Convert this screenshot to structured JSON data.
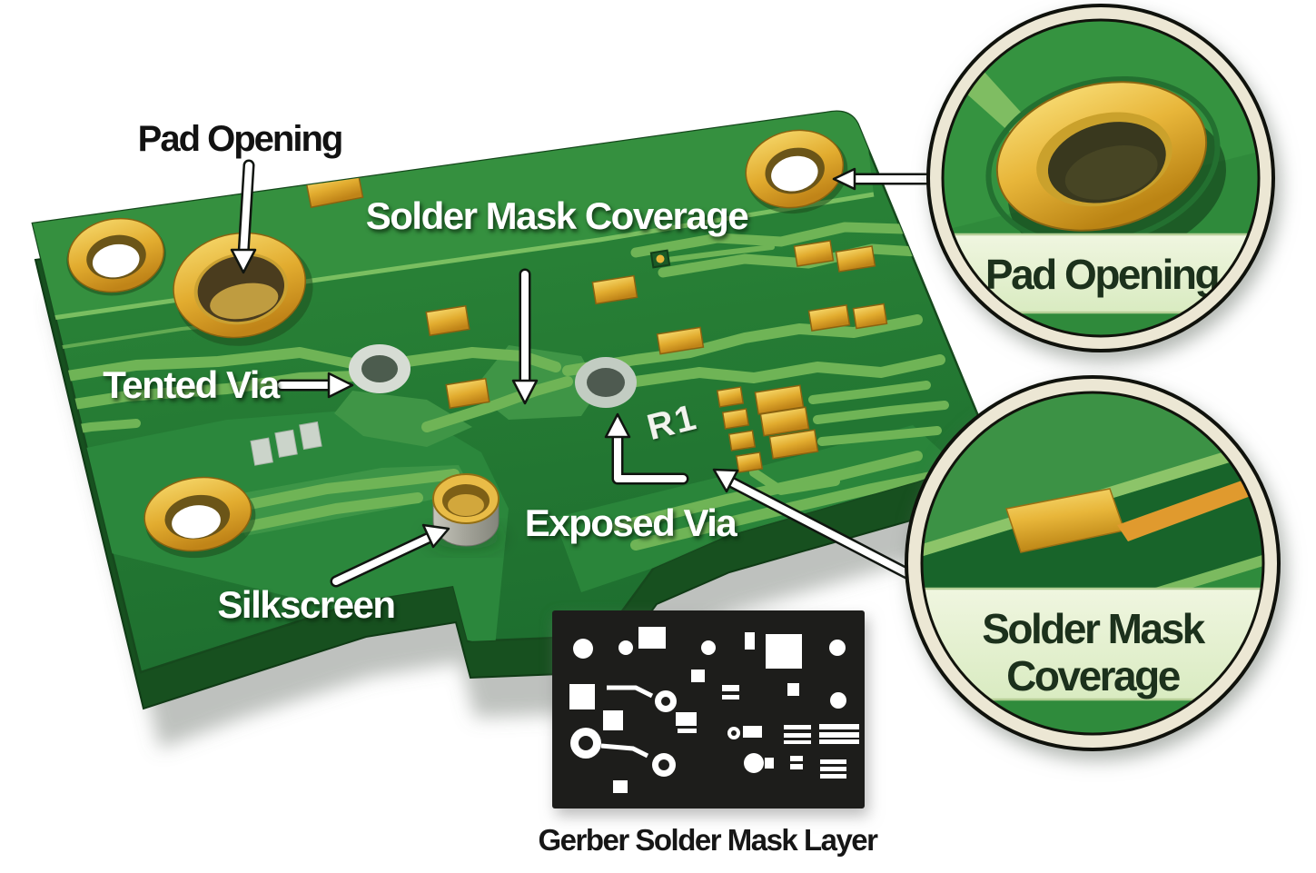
{
  "labels": {
    "pad_opening": "Pad Opening",
    "solder_mask_coverage": "Solder Mask Coverage",
    "tented_via": "Tented Via",
    "exposed_via": "Exposed Via",
    "silkscreen": "Silkscreen"
  },
  "board": {
    "silkscreen_designator": "R1"
  },
  "insets": {
    "pad_opening": {
      "label": "Pad Opening"
    },
    "solder_mask_coverage": {
      "label_line1": "Solder Mask",
      "label_line2": "Coverage"
    }
  },
  "gerber": {
    "caption": "Gerber Solder Mask Layer"
  },
  "colors": {
    "board_green_top": "#35903f",
    "board_green_dark": "#1f7331",
    "board_green_mid": "#2b873c",
    "board_side": "#17501f",
    "trace_green": "#6fb456",
    "gold": "#e2ac2f",
    "gold_light": "#f6d86b",
    "gold_dark": "#b97f16",
    "silver_ring": "#d6dcd4",
    "via_center": "#4c5c4e",
    "cream_ring": "#ece7d4",
    "cream_band": "#e9f3d9",
    "gerber_black": "#1d1d1b",
    "label_white": "#ffffff",
    "label_black": "#121212"
  }
}
